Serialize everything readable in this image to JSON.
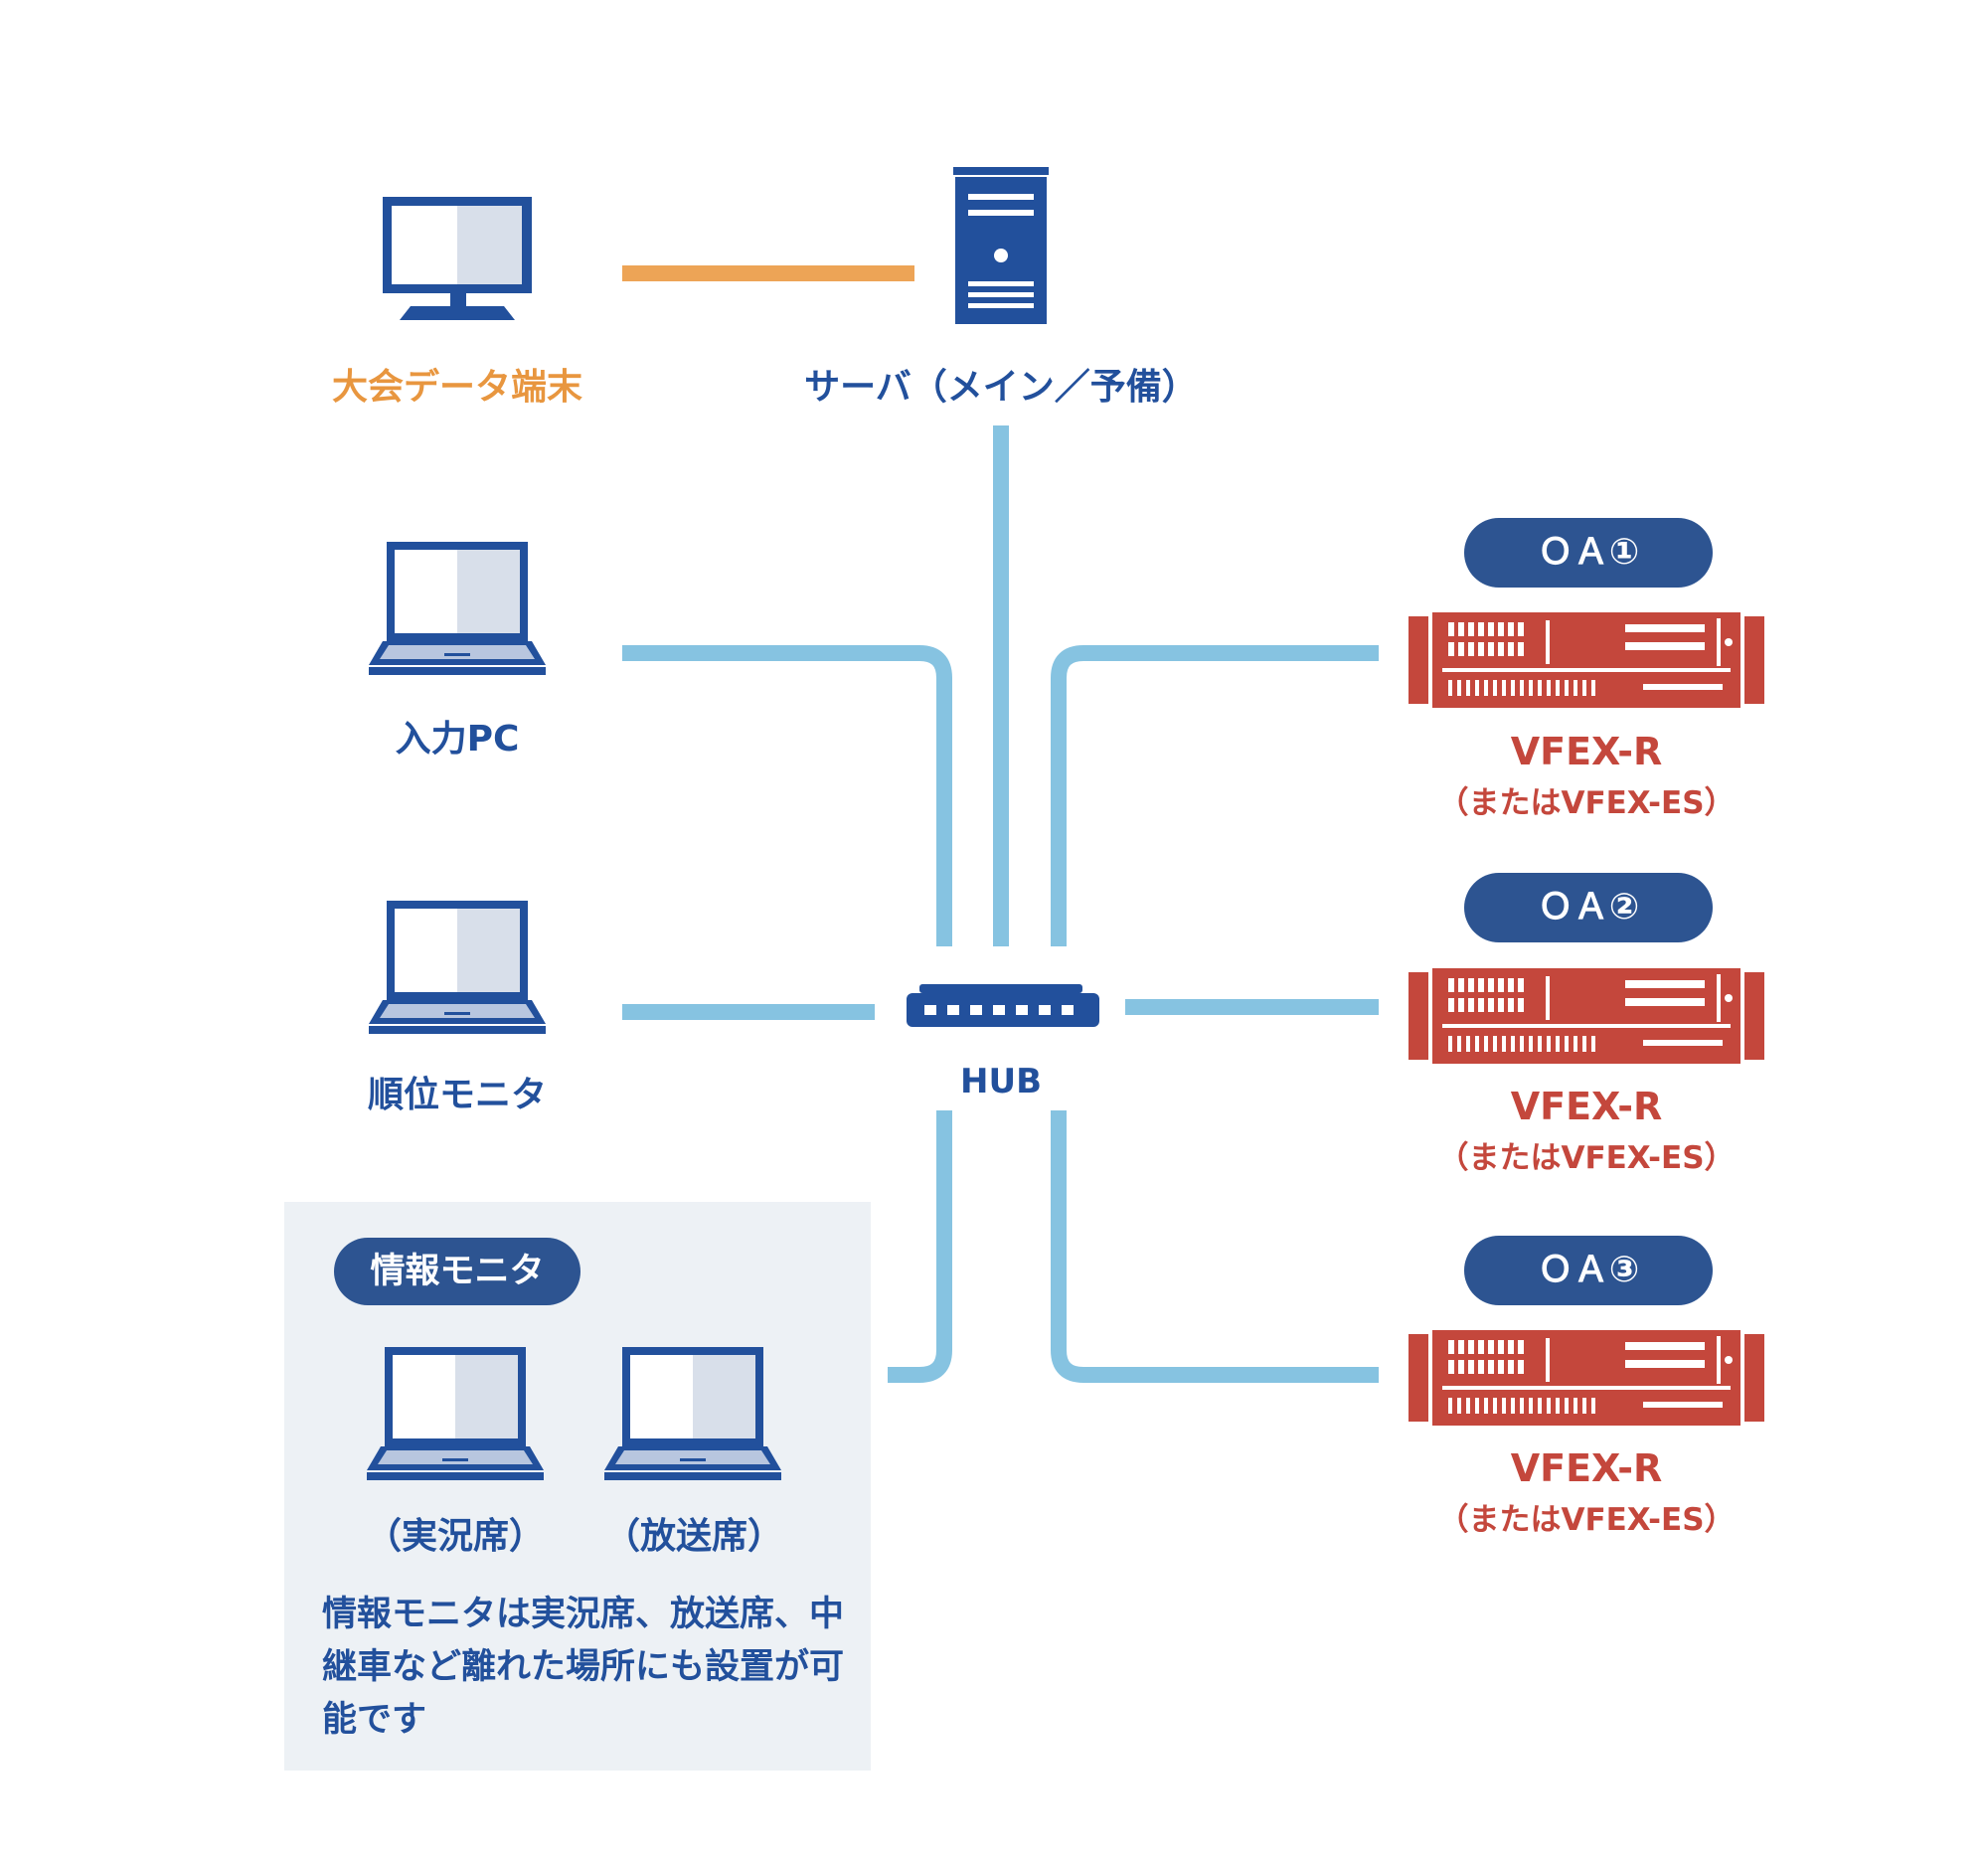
{
  "nodes": {
    "data_terminal": "大会データ端末",
    "server": "サーバ（メイン／予備）",
    "input_pc": "入力PC",
    "rank_monitor": "順位モニタ",
    "hub": "HUB"
  },
  "info_monitor": {
    "title": "情報モニタ",
    "commentary_seat": "（実況席）",
    "broadcast_seat": "（放送席）",
    "note": "情報モニタは実況席、放送席、中継車など離れた場所にも設置が可能です"
  },
  "oa_units": [
    {
      "badge": "ＯＡ①",
      "model": "VFEX-R",
      "alt": "（またはVFEX-ES）"
    },
    {
      "badge": "ＯＡ②",
      "model": "VFEX-R",
      "alt": "（またはVFEX-ES）"
    },
    {
      "badge": "ＯＡ③",
      "model": "VFEX-R",
      "alt": "（またはVFEX-ES）"
    }
  ],
  "colors": {
    "device_blue": "#22509c",
    "badge_blue": "#2d5491",
    "lan_cable": "#86c3e1",
    "serial_cable": "#eda456",
    "vfex_red": "#c4473c",
    "panel_bg": "#edf1f5"
  }
}
